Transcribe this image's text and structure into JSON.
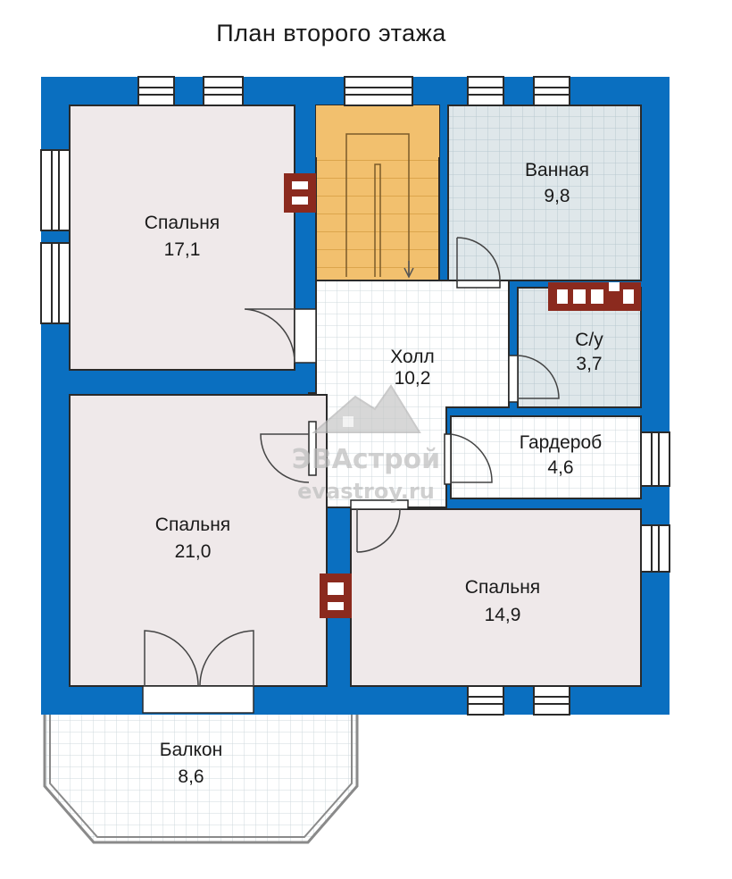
{
  "title": "План второго этажа",
  "rooms": {
    "bedroom1": {
      "name": "Спальня",
      "area": "17,1"
    },
    "bathroom": {
      "name": "Ванная",
      "area": "9,8"
    },
    "hall": {
      "name": "Холл",
      "area": "10,2"
    },
    "wc": {
      "name": "С/у",
      "area": "3,7"
    },
    "wardrobe": {
      "name": "Гардероб",
      "area": "4,6"
    },
    "bedroom2": {
      "name": "Спальня",
      "area": "21,0"
    },
    "bedroom3": {
      "name": "Спальня",
      "area": "14,9"
    },
    "balcony": {
      "name": "Балкон",
      "area": "8,6"
    }
  },
  "watermark": {
    "brand": "ЭВАстрой",
    "site": "evastroy.ru"
  },
  "colors": {
    "wall": "#0a6fc0",
    "room": "#efe9ea",
    "stair": "#f2c06e",
    "chimney": "#8b2a1e",
    "tile_grid": "#c9d6dd"
  }
}
